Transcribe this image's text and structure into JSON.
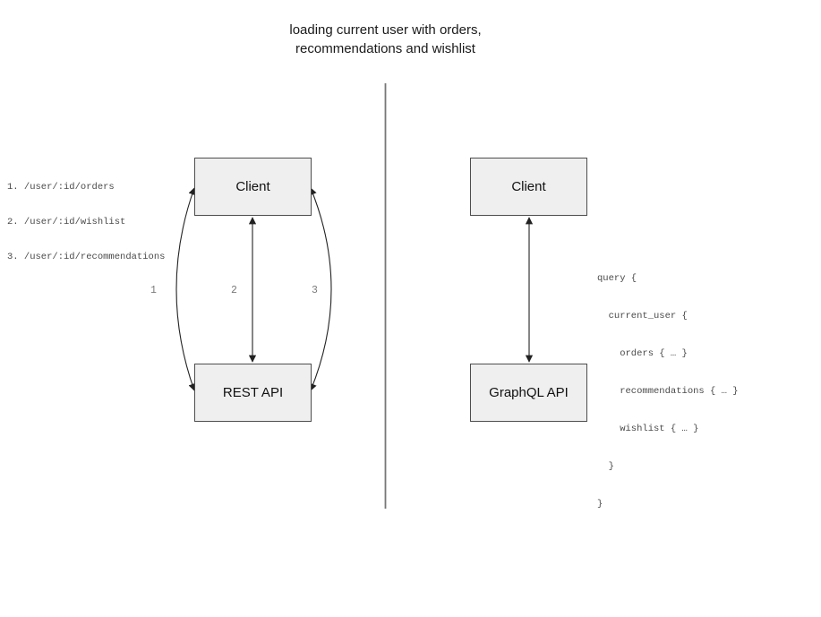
{
  "title": {
    "line1": "loading current user with orders,",
    "line2": "recommendations and wishlist"
  },
  "left_panel": {
    "endpoints": [
      "1. /user/:id/orders",
      "2. /user/:id/wishlist",
      "3. /user/:id/recommendations"
    ],
    "client_label": "Client",
    "api_label": "REST API",
    "arrow_labels": [
      "1",
      "2",
      "3"
    ]
  },
  "right_panel": {
    "client_label": "Client",
    "api_label": "GraphQL API",
    "query_lines": [
      "query {",
      "  current_user {",
      "    orders { … }",
      "    recommendations { … }",
      "    wishlist { … }",
      "  }",
      "}"
    ]
  },
  "colors": {
    "background": "#ffffff",
    "box_fill": "#efefef",
    "box_border": "#4d4d4d",
    "arrow_stroke": "#222222",
    "divider_stroke": "#777777",
    "code_text": "#4a4a4a",
    "arrow_label_text": "#7a7a7a",
    "title_text": "#1a1a1a"
  }
}
